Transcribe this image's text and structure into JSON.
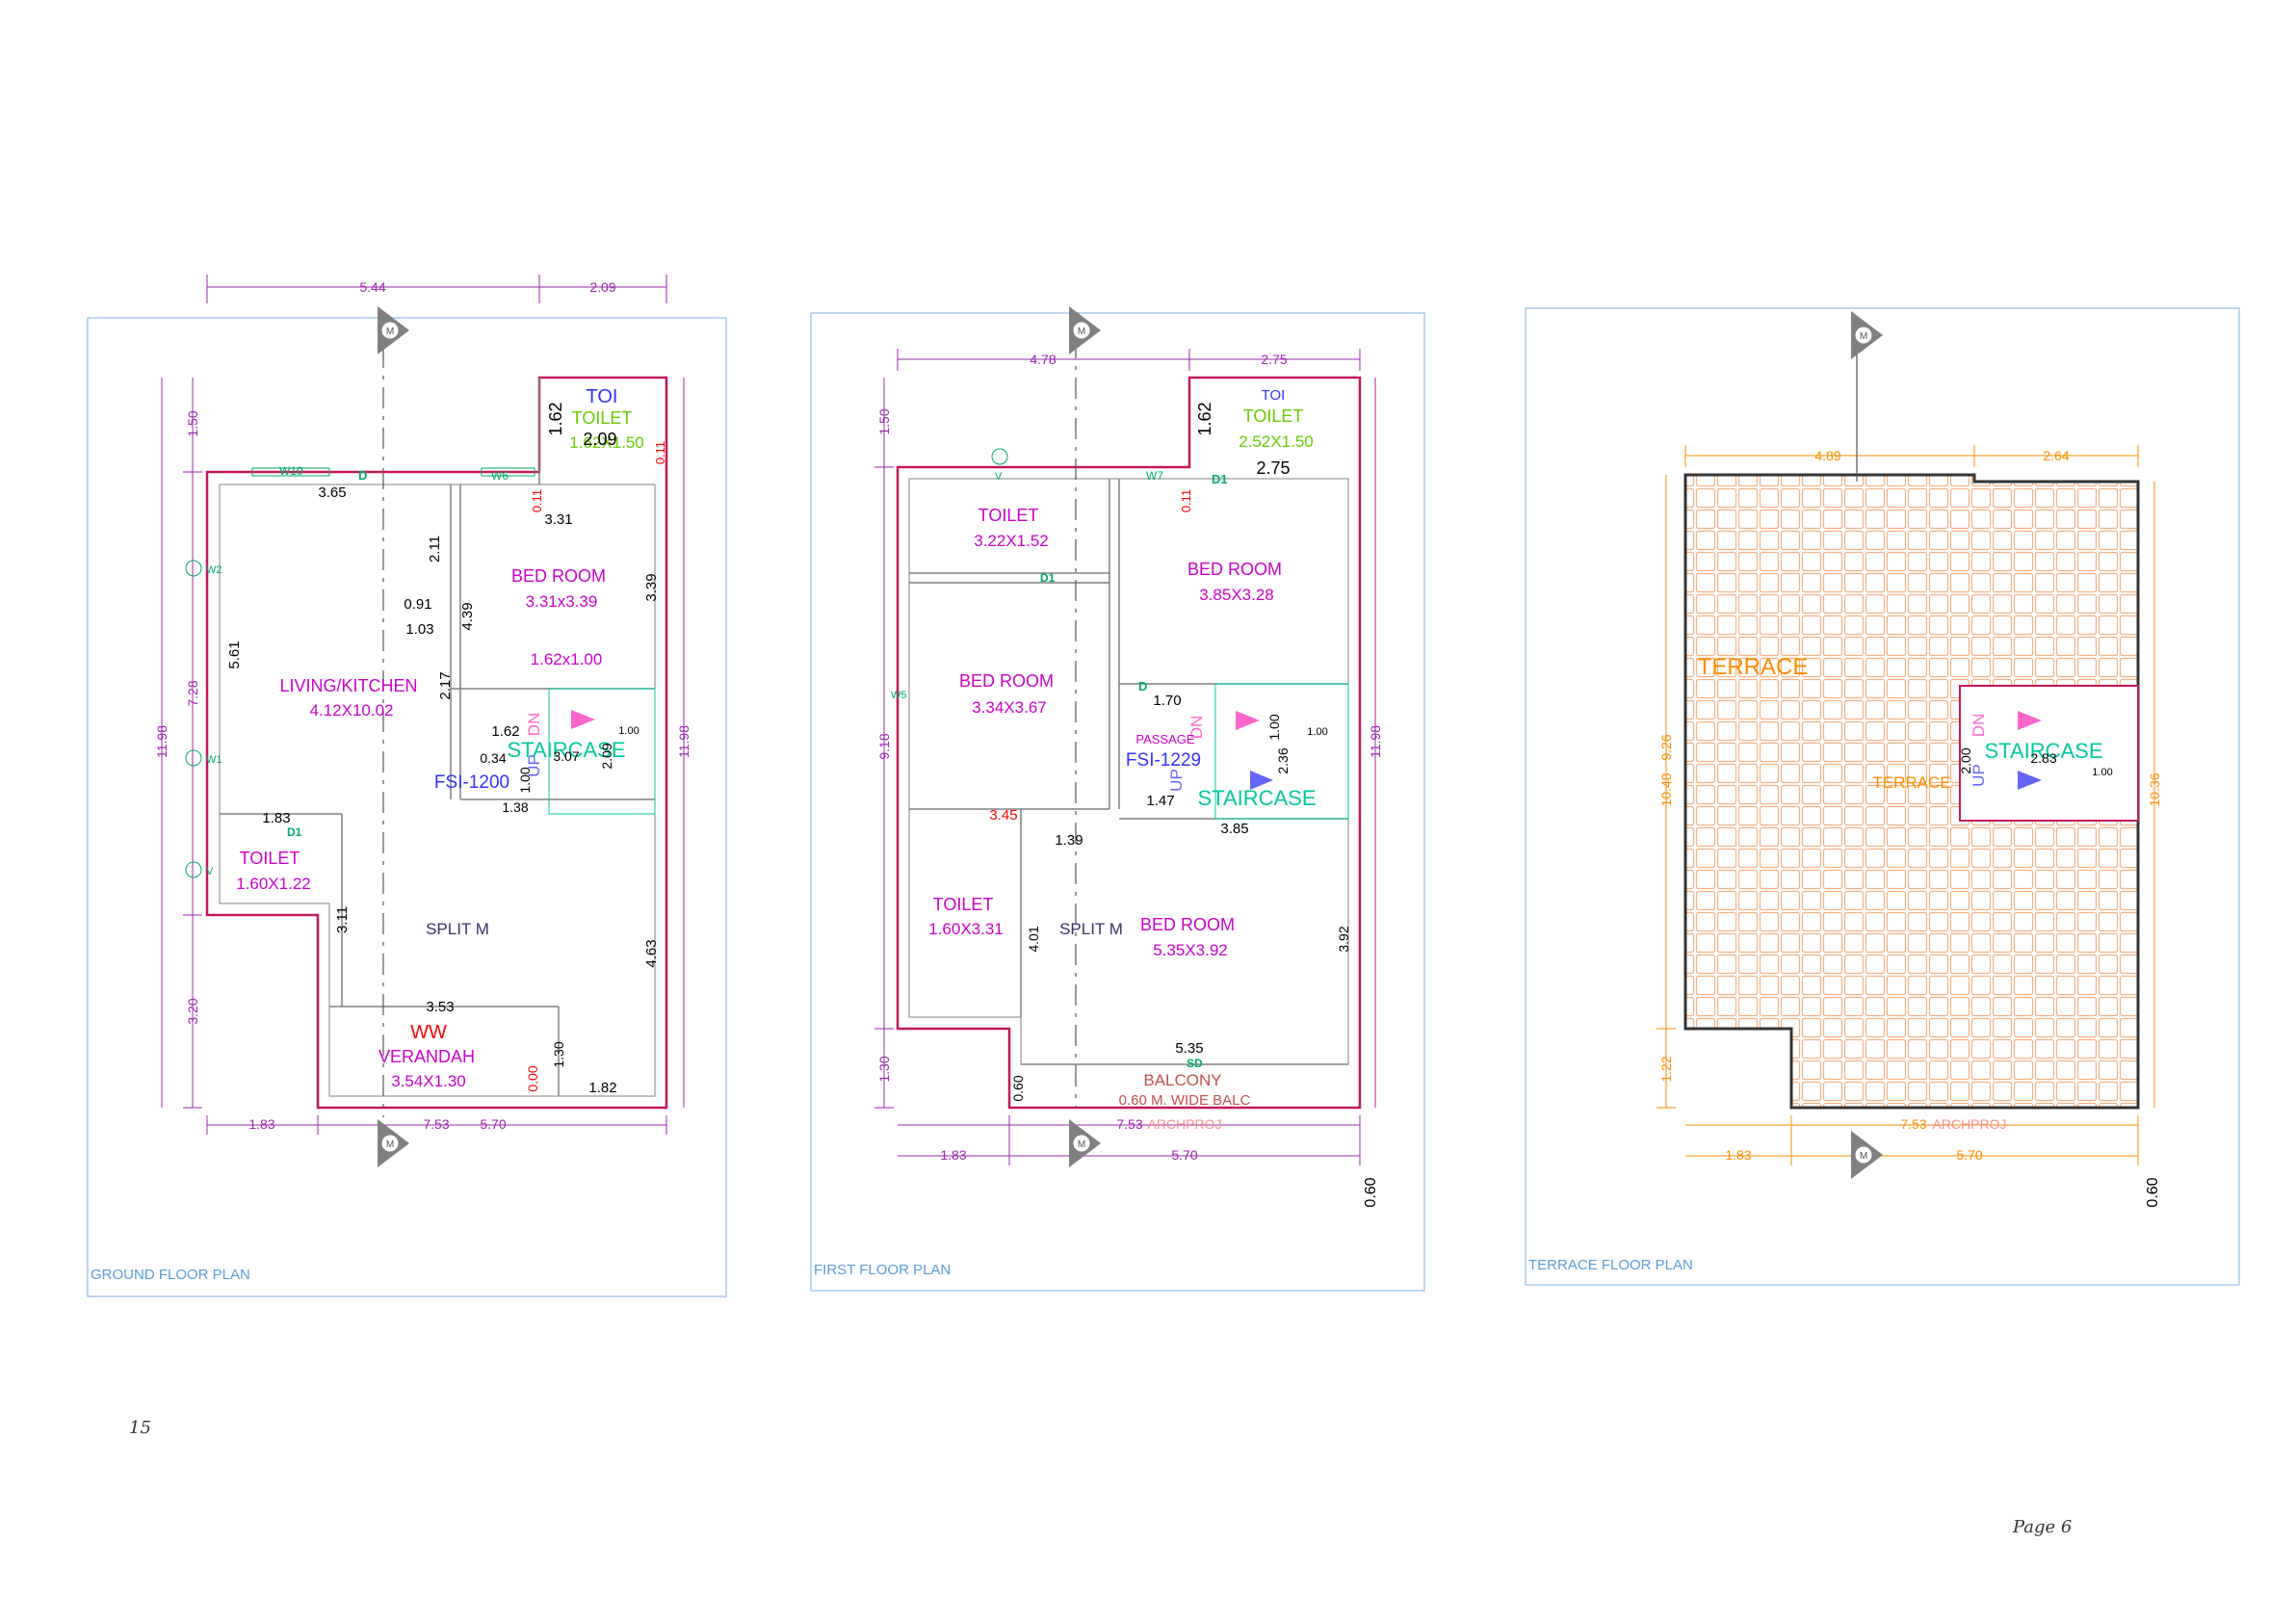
{
  "colors": {
    "wall": "#c2185b",
    "dim": "#9c27b0",
    "room": "#cc00cc",
    "frame": "#a9c9e8",
    "frame_label": "#5b9bd5",
    "toilet_green": "#66cc00",
    "door": "#00aa66",
    "stair": "#00c8a0",
    "arrow": "#ff66cc",
    "orange": "#ff8c00",
    "red": "#ff0000",
    "blue": "#3333ff",
    "tile": "#f4b183",
    "brown": "#c0504d"
  },
  "page_number_left": "15",
  "page_number_right": "Page 6",
  "ground": {
    "label": "GROUND FLOOR PLAN",
    "dim_top_left": "5.44",
    "dim_top_right": "2.09",
    "dim_left_1": "1.50",
    "dim_left_2": "7.28",
    "dim_left_3": "3.20",
    "dim_left_total": "11.98",
    "dim_right_total": "11.98",
    "dim_bottom_left": "1.83",
    "dim_bottom_mid": "7.53",
    "dim_bottom_right": "5.70",
    "toi": "TOI",
    "toilet_top": "TOILET",
    "toilet_top_size": "1.62X1.50",
    "d162": "1.62",
    "d209": "2.09",
    "d011": "0.11",
    "d011b": "0.11",
    "w10": "W10",
    "w6": "W6",
    "d_label": "D",
    "d365": "3.65",
    "d331": "3.31",
    "bed": "BED ROOM",
    "bed_size": "3.31x3.39",
    "d211": "2.11",
    "d339": "3.39",
    "d091": "0.91",
    "d103": "1.03",
    "d439": "4.39",
    "d561": "5.61",
    "living": "LIVING/KITCHEN",
    "living_size": "4.12X10.02",
    "d162b": "1.62x1.00",
    "d217": "2.17",
    "dn": "DN",
    "up": "UP",
    "d162c": "1.62",
    "staircase": "STAIRCASE",
    "d307": "3.07",
    "d034": "0.34",
    "d100": "1.00",
    "d100b": "1.00",
    "d138": "1.38",
    "d209b": "2.09",
    "fsi": "FSI-1200",
    "d183": "1.83",
    "d1": "D1",
    "toilet_small": "TOILET",
    "toilet_small_size": "1.60X1.22",
    "d311": "3.11",
    "split": "SPLIT M",
    "d463": "4.63",
    "d353": "3.53",
    "ww": "WW",
    "verandah": "VERANDAH",
    "verandah_size": "3.54X1.30",
    "d130": "1.30",
    "d182": "1.82",
    "d000": "0.00",
    "w2": "W2",
    "w1": "W1",
    "v": "V",
    "north": "M",
    "south": "M"
  },
  "first": {
    "label": "FIRST FLOOR PLAN",
    "dim_top_left": "4.78",
    "dim_top_right": "2.75",
    "dim_left_1": "1.50",
    "dim_left_2": "9.18",
    "dim_left_3": "1.30",
    "dim_right_total": "11.98",
    "dim_bottom_mid": "7.53",
    "dim_bottom_left": "1.83",
    "dim_bottom_right": "5.70",
    "dim_060": "0.60",
    "toi": "TOI",
    "toilet_top": "TOILET",
    "toilet_top_size": "2.52X1.50",
    "d162": "1.62",
    "d275": "2.75",
    "d011": "0.11",
    "w7": "W7",
    "v": "V",
    "d1": "D1",
    "toilet_a": "TOILET",
    "toilet_a_size": "3.22X1.52",
    "bed_a": "BED ROOM",
    "bed_a_size": "3.85X3.28",
    "bed_b": "BED ROOM",
    "bed_b_size": "3.34X3.67",
    "d_label": "D",
    "d170": "1.70",
    "dn": "DN",
    "up": "UP",
    "d100": "1.00",
    "d100b": "1.00",
    "passage": "PASSAGE",
    "fsi": "FSI-1229",
    "d236": "2.36",
    "d147": "1.47",
    "staircase": "STAIRCASE",
    "d345": "3.45",
    "d385": "3.85",
    "d139": "1.39",
    "toilet_b": "TOILET",
    "toilet_b_size": "1.60X3.31",
    "d401": "4.01",
    "split": "SPLIT M",
    "bed_c": "BED ROOM",
    "bed_c_size": "5.35X3.92",
    "d392": "3.92",
    "d535": "5.35",
    "sd": "SD",
    "balcony": "BALCONY",
    "balcony_note": "0.60 M. WIDE BALC",
    "archproj": "ARCHPROJ",
    "d060": "0.60",
    "w5": "W5",
    "north": "M",
    "south": "M"
  },
  "terrace": {
    "label": "TERRACE FLOOR PLAN",
    "dim_top_left": "4.89",
    "dim_top_right": "2.64",
    "dim_left_1": "10.48",
    "dim_left_2": "9.26",
    "dim_left_3": "1.22",
    "dim_right": "10.36",
    "dim_bottom_mid": "7.53",
    "archproj": "ARCHPROJ",
    "dim_bottom_left": "1.83",
    "dim_bottom_right": "5.70",
    "dim_060": "0.60",
    "terrace_big": "TERRACE",
    "terrace_small": "TERRACE",
    "staircase": "STAIRCASE",
    "dn": "DN",
    "up": "UP",
    "d200": "2.00",
    "d283": "2.83",
    "d100": "1.00",
    "north": "M",
    "south": "M"
  }
}
